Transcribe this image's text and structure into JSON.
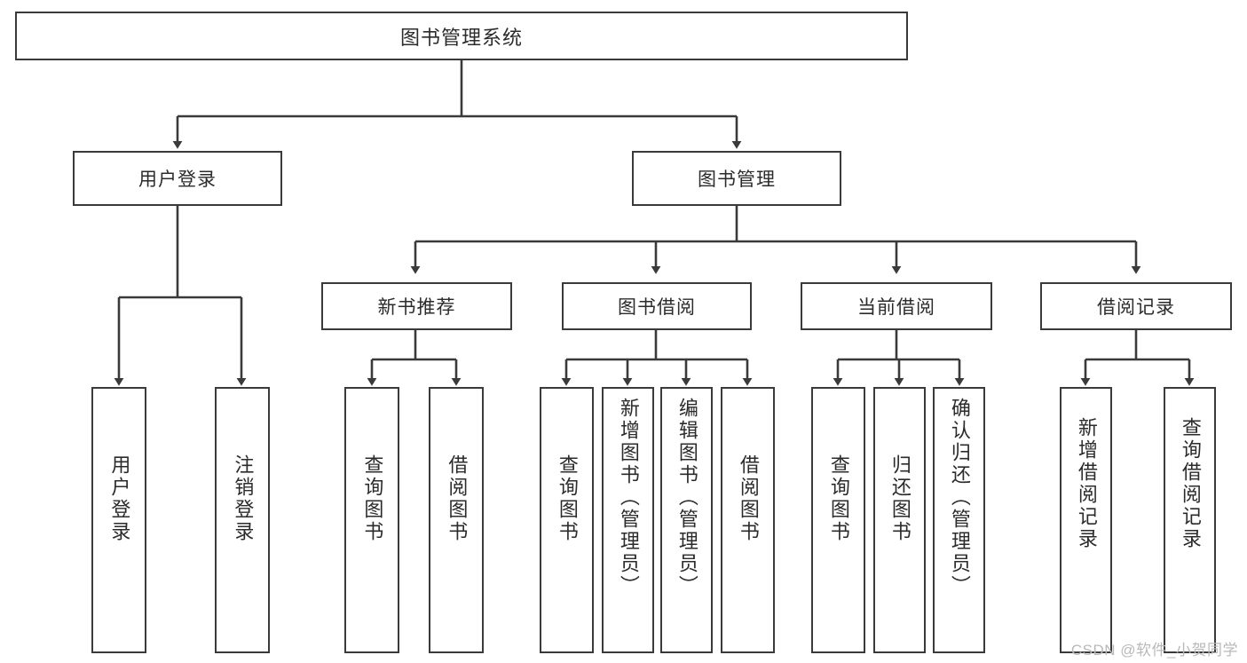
{
  "diagram": {
    "type": "tree",
    "title": "图书管理系统",
    "root": {
      "label": "图书管理系统"
    },
    "level1": [
      {
        "label": "用户登录"
      },
      {
        "label": "图书管理"
      }
    ],
    "level2": [
      {
        "label": "新书推荐"
      },
      {
        "label": "图书借阅"
      },
      {
        "label": "当前借阅"
      },
      {
        "label": "借阅记录"
      }
    ],
    "leaves": {
      "user_login": [
        {
          "label": "用户登录"
        },
        {
          "label": "注销登录"
        }
      ],
      "new_book": [
        {
          "label": "查询图书"
        },
        {
          "label": "借阅图书"
        }
      ],
      "book_borrow": [
        {
          "label": "查询图书"
        },
        {
          "label": "新增图书（管理员）"
        },
        {
          "label": "编辑图书（管理员）"
        },
        {
          "label": "借阅图书"
        }
      ],
      "current_borrow": [
        {
          "label": "查询图书"
        },
        {
          "label": "归还图书"
        },
        {
          "label": "确认归还（管理员）"
        }
      ],
      "borrow_record": [
        {
          "label": "新增借阅记录"
        },
        {
          "label": "查询借阅记录"
        }
      ]
    }
  },
  "watermark": {
    "text": "CSDN @软件_小贺同学"
  },
  "colors": {
    "stroke": "#3a3a3a",
    "text": "#2b2b2b",
    "background": "#ffffff",
    "watermark": "#b9b9b9"
  }
}
